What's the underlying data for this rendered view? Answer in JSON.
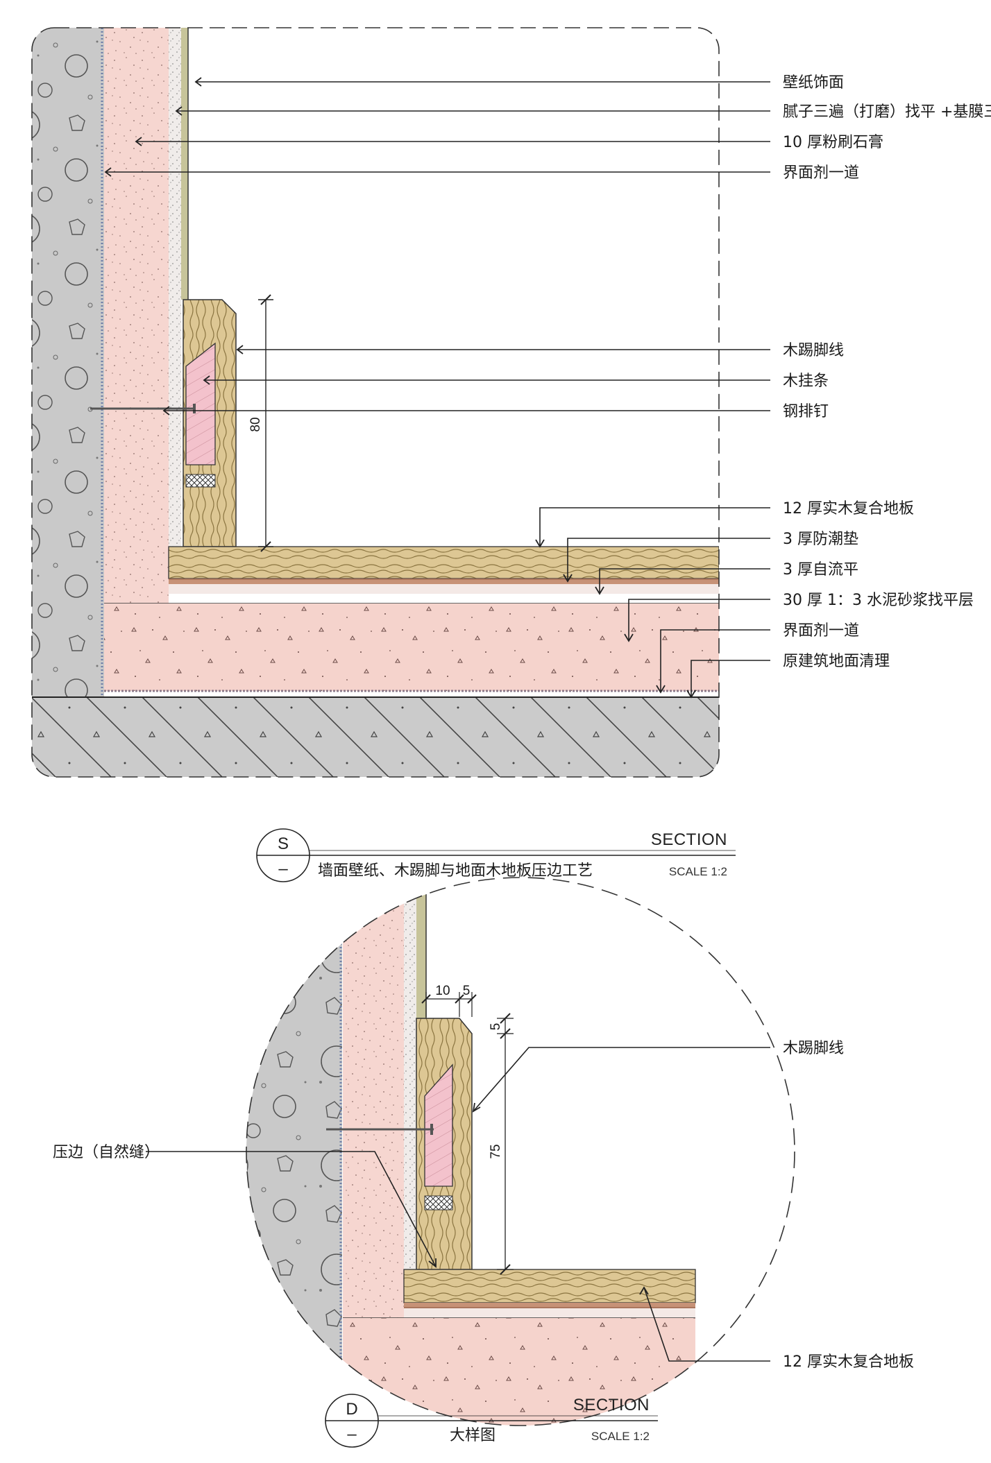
{
  "colors": {
    "concrete": "#c9c9c9",
    "plaster": "#f6d6d0",
    "screed": "#f5d3cc",
    "putty": "#f0ecea",
    "wallpaper": "#c7c49a",
    "wood": "#ddc794",
    "wood_grain": "#8a7440",
    "batten": "#f3c2cc",
    "underlay": "#c79277",
    "slab": "#cbcbcb"
  },
  "section_s": {
    "labels": [
      "壁纸饰面",
      "腻子三遍（打磨）找平 +基膜三遍",
      "10 厚粉刷石膏",
      "界面剂一道",
      "木踢脚线",
      "木挂条",
      "钢排钉",
      "12 厚实木复合地板",
      "3 厚防潮垫",
      "3 厚自流平",
      "30 厚 1：3 水泥砂浆找平层",
      "界面剂一道",
      "原建筑地面清理"
    ],
    "dimension": "80",
    "tag_letter": "S",
    "tag_sub": "–",
    "title": "墙面壁纸、木踢脚与地面木地板压边工艺",
    "section_word": "SECTION",
    "scale": "SCALE 1:2"
  },
  "section_d": {
    "label_right_top": "木踢脚线",
    "label_left": "压边（自然缝）",
    "label_right_bottom": "12 厚实木复合地板",
    "dim_10": "10",
    "dim_5_h": "5",
    "dim_5_v": "5",
    "dim_75": "75",
    "tag_letter": "D",
    "tag_sub": "–",
    "title": "大样图",
    "section_word": "SECTION",
    "scale": "SCALE 1:2"
  }
}
